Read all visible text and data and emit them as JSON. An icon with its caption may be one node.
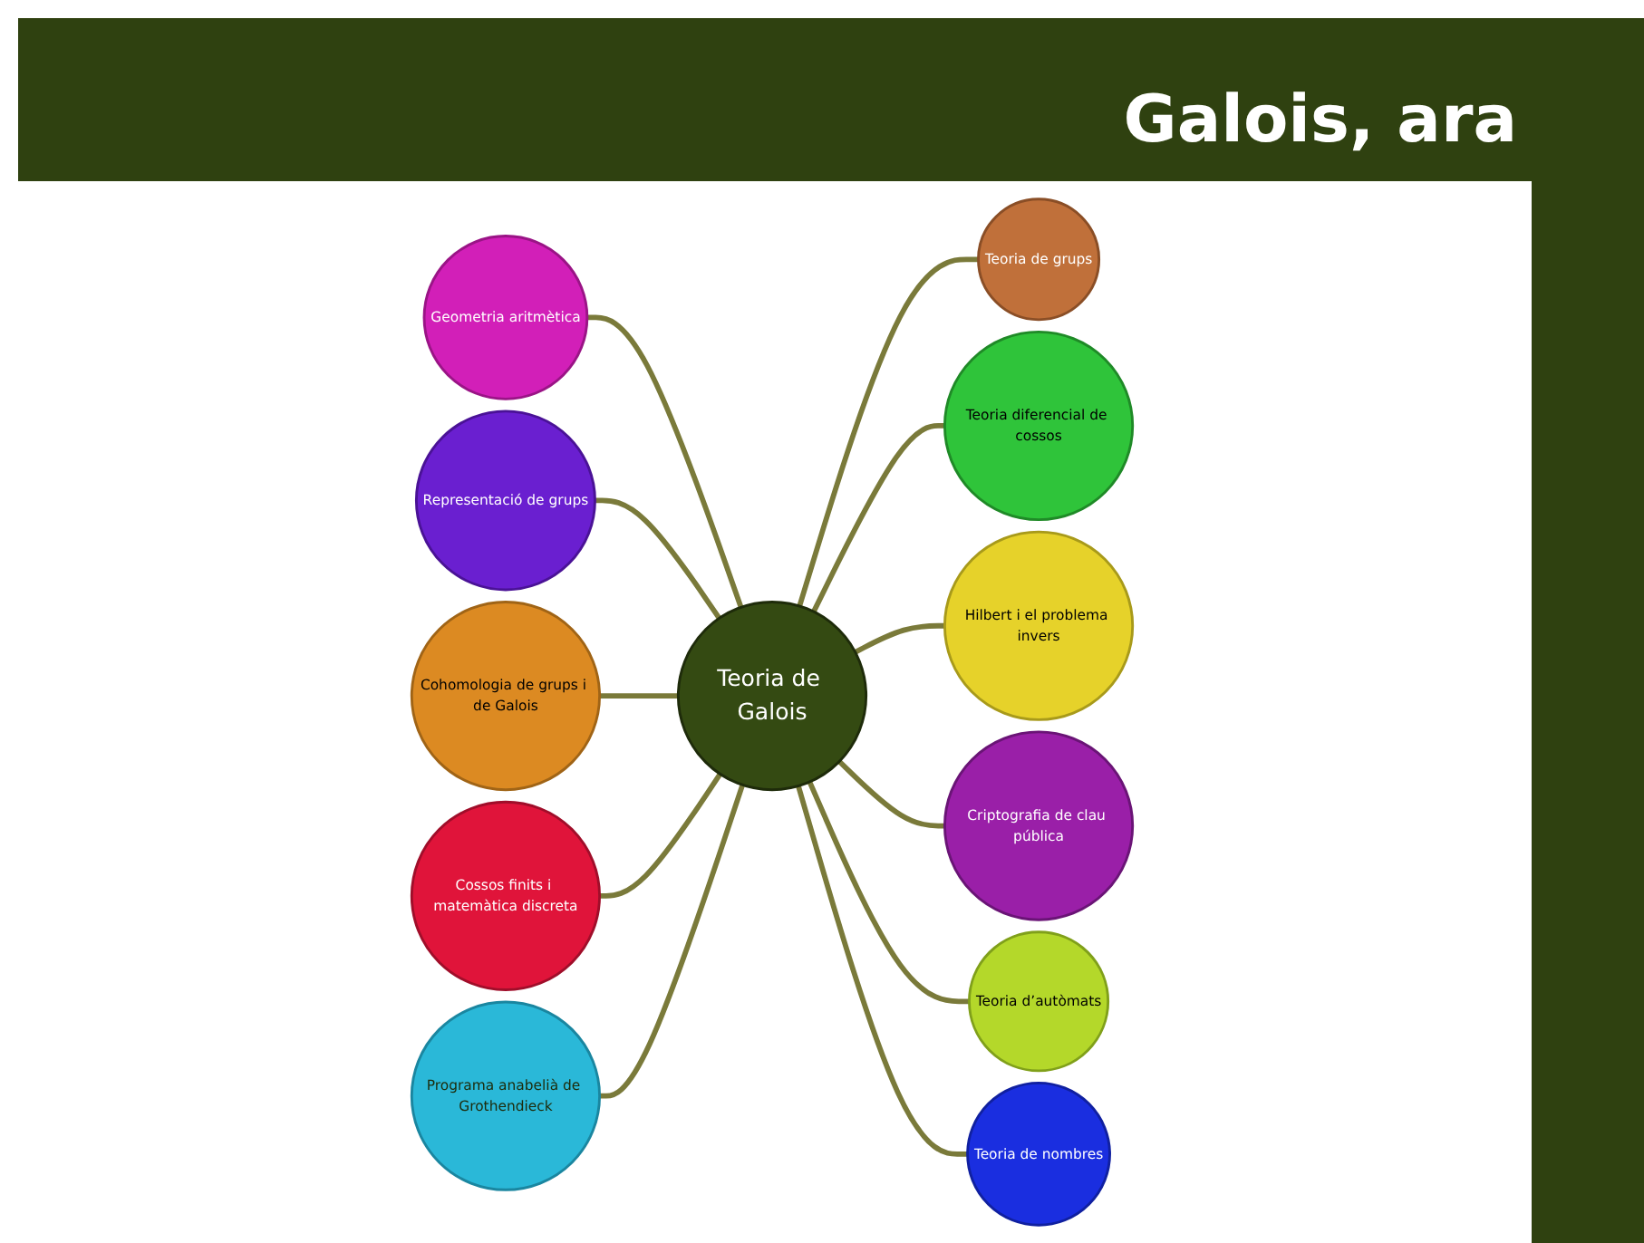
{
  "diagram": {
    "title": "Galois, ara",
    "nodes": [
      {
        "text": [
          "Teoria de Galois"
        ]
      },
      {
        "text": [
          "Teoria de grups"
        ]
      },
      {
        "text": [
          "Geometria aritmètica"
        ]
      },
      {
        "text": [
          "Representació de grups"
        ]
      },
      {
        "text": [
          "Teoria diferencial de cossos"
        ]
      },
      {
        "text": [
          "Hilbert i el problema invers"
        ]
      },
      {
        "text": [
          "Cohomologia de grups i de Galois"
        ]
      },
      {
        "text": [
          "Criptografia de clau pública"
        ]
      },
      {
        "text": [
          "Cossos finits i matemàtica discreta"
        ]
      },
      {
        "text": [
          "Programa anabelià de Grothendieck"
        ]
      },
      {
        "text": [
          "Teoria d’autòmats"
        ]
      },
      {
        "text": [
          "Teoria de nombres"
        ]
      }
    ],
    "edges": [
      {
        "from": 0,
        "to": 1,
        "arrow": "none"
      },
      {
        "from": 2,
        "to": 0,
        "arrow": "none"
      },
      {
        "from": 3,
        "to": 0,
        "arrow": "none"
      },
      {
        "from": 0,
        "to": 4,
        "arrow": "none"
      },
      {
        "from": 0,
        "to": 5,
        "arrow": "none"
      },
      {
        "from": 6,
        "to": 0,
        "arrow": "none"
      },
      {
        "from": 0,
        "to": 7,
        "arrow": "none"
      },
      {
        "from": 8,
        "to": 0,
        "arrow": "none"
      },
      {
        "from": 9,
        "to": 0,
        "arrow": "none"
      },
      {
        "from": 0,
        "to": 10,
        "arrow": "none"
      },
      {
        "from": 0,
        "to": 11,
        "arrow": "none"
      }
    ]
  }
}
